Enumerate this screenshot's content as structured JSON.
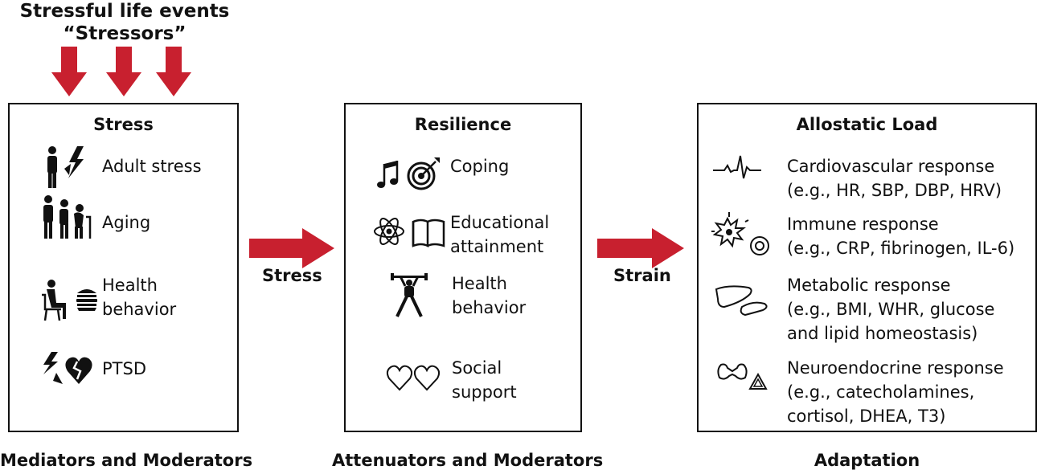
{
  "header": {
    "line1": "Stressful life events",
    "line2": "“Stressors”"
  },
  "stress_box": {
    "title": "Stress",
    "items": [
      {
        "icon": "adult-stress-icon",
        "lines": [
          "Adult stress"
        ]
      },
      {
        "icon": "aging-icon",
        "lines": [
          "Aging"
        ]
      },
      {
        "icon": "health-behavior-icon",
        "lines": [
          "Health",
          "behavior"
        ]
      },
      {
        "icon": "ptsd-icon",
        "lines": [
          "PTSD"
        ]
      }
    ]
  },
  "resilience_box": {
    "title": "Resilience",
    "items": [
      {
        "icon": "coping-icon",
        "lines": [
          "Coping"
        ]
      },
      {
        "icon": "education-icon",
        "lines": [
          "Educational",
          "attainment"
        ]
      },
      {
        "icon": "exercise-icon",
        "lines": [
          "Health",
          "behavior"
        ]
      },
      {
        "icon": "hearts-icon",
        "lines": [
          "Social",
          "support"
        ]
      }
    ]
  },
  "allostatic_box": {
    "title": "Allostatic Load",
    "items": [
      {
        "icon": "heartbeat-icon",
        "lines": [
          "Cardiovascular response",
          "(e.g., HR, SBP, DBP, HRV)"
        ]
      },
      {
        "icon": "immune-cell-icon",
        "lines": [
          "Immune response",
          "(e.g., CRP, fibrinogen, IL-6)"
        ]
      },
      {
        "icon": "liver-pancreas-icon",
        "lines": [
          "Metabolic response",
          "(e.g., BMI, WHR, glucose",
          "and lipid homeostasis)"
        ]
      },
      {
        "icon": "thyroid-adrenal-icon",
        "lines": [
          "Neuroendocrine response",
          "(e.g., catecholamines,",
          "cortisol, DHEA, T3)"
        ]
      }
    ]
  },
  "arrows": {
    "first_label": "Stress",
    "second_label": "Strain",
    "color": "#c8202f"
  },
  "footer": {
    "left": "Mediators and Moderators",
    "middle": "Attenuators and Moderators",
    "right": "Adaptation"
  }
}
